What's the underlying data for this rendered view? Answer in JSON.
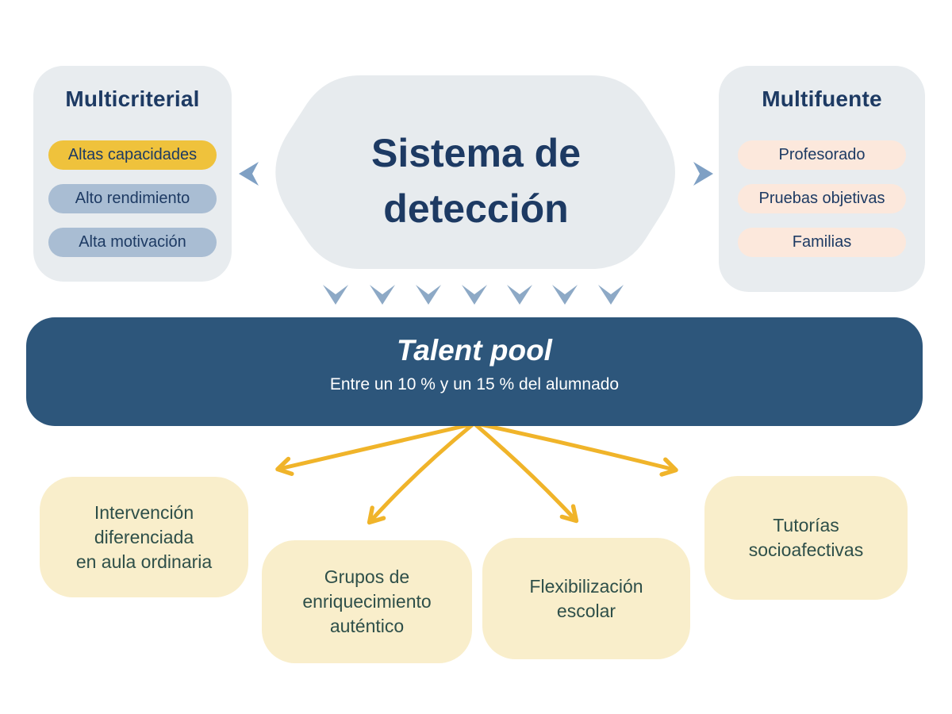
{
  "colors": {
    "panel_bg": "#e8ecef",
    "hexagon_bg": "#e7ebee",
    "navy_text": "#1d3a63",
    "pill_yellow": "#efc23c",
    "pill_blue": "#a9bdd3",
    "pill_peach": "#fce8dc",
    "steel_arrow": "#7fa0c4",
    "down_chevron": "#8da9c6",
    "talent_bar_bg": "#2d567b",
    "talent_bar_text": "#ffffff",
    "yellow_arrow": "#f0b42a",
    "outcome_bg": "#f9eecb",
    "outcome_text": "#2e4f49"
  },
  "left_panel": {
    "title": "Multicriterial",
    "items": [
      {
        "label": "Altas capacidades",
        "color": "#efc23c"
      },
      {
        "label": "Alto rendimiento",
        "color": "#a9bdd3"
      },
      {
        "label": "Alta motivación",
        "color": "#a9bdd3"
      }
    ]
  },
  "center": {
    "title_line1": "Sistema de",
    "title_line2": "detección"
  },
  "right_panel": {
    "title": "Multifuente",
    "items": [
      {
        "label": "Profesorado",
        "color": "#fce8dc"
      },
      {
        "label": "Pruebas objetivas",
        "color": "#fce8dc"
      },
      {
        "label": "Familias",
        "color": "#fce8dc"
      }
    ]
  },
  "talent_pool": {
    "title": "Talent pool",
    "subtitle": "Entre un 10 % y un 15 % del alumnado"
  },
  "outcomes": [
    {
      "lines": [
        "Intervención",
        "diferenciada",
        "en aula ordinaria"
      ]
    },
    {
      "lines": [
        "Grupos de",
        "enriquecimiento",
        "auténtico"
      ]
    },
    {
      "lines": [
        "Flexibilización",
        "escolar"
      ]
    },
    {
      "lines": [
        "Tutorías",
        "socioafectivas"
      ]
    }
  ],
  "icons": {
    "left_arrow": "chevron-left-icon",
    "right_arrow": "chevron-right-icon",
    "down_chevrons_count": 7,
    "fanout_arrows_count": 4
  }
}
